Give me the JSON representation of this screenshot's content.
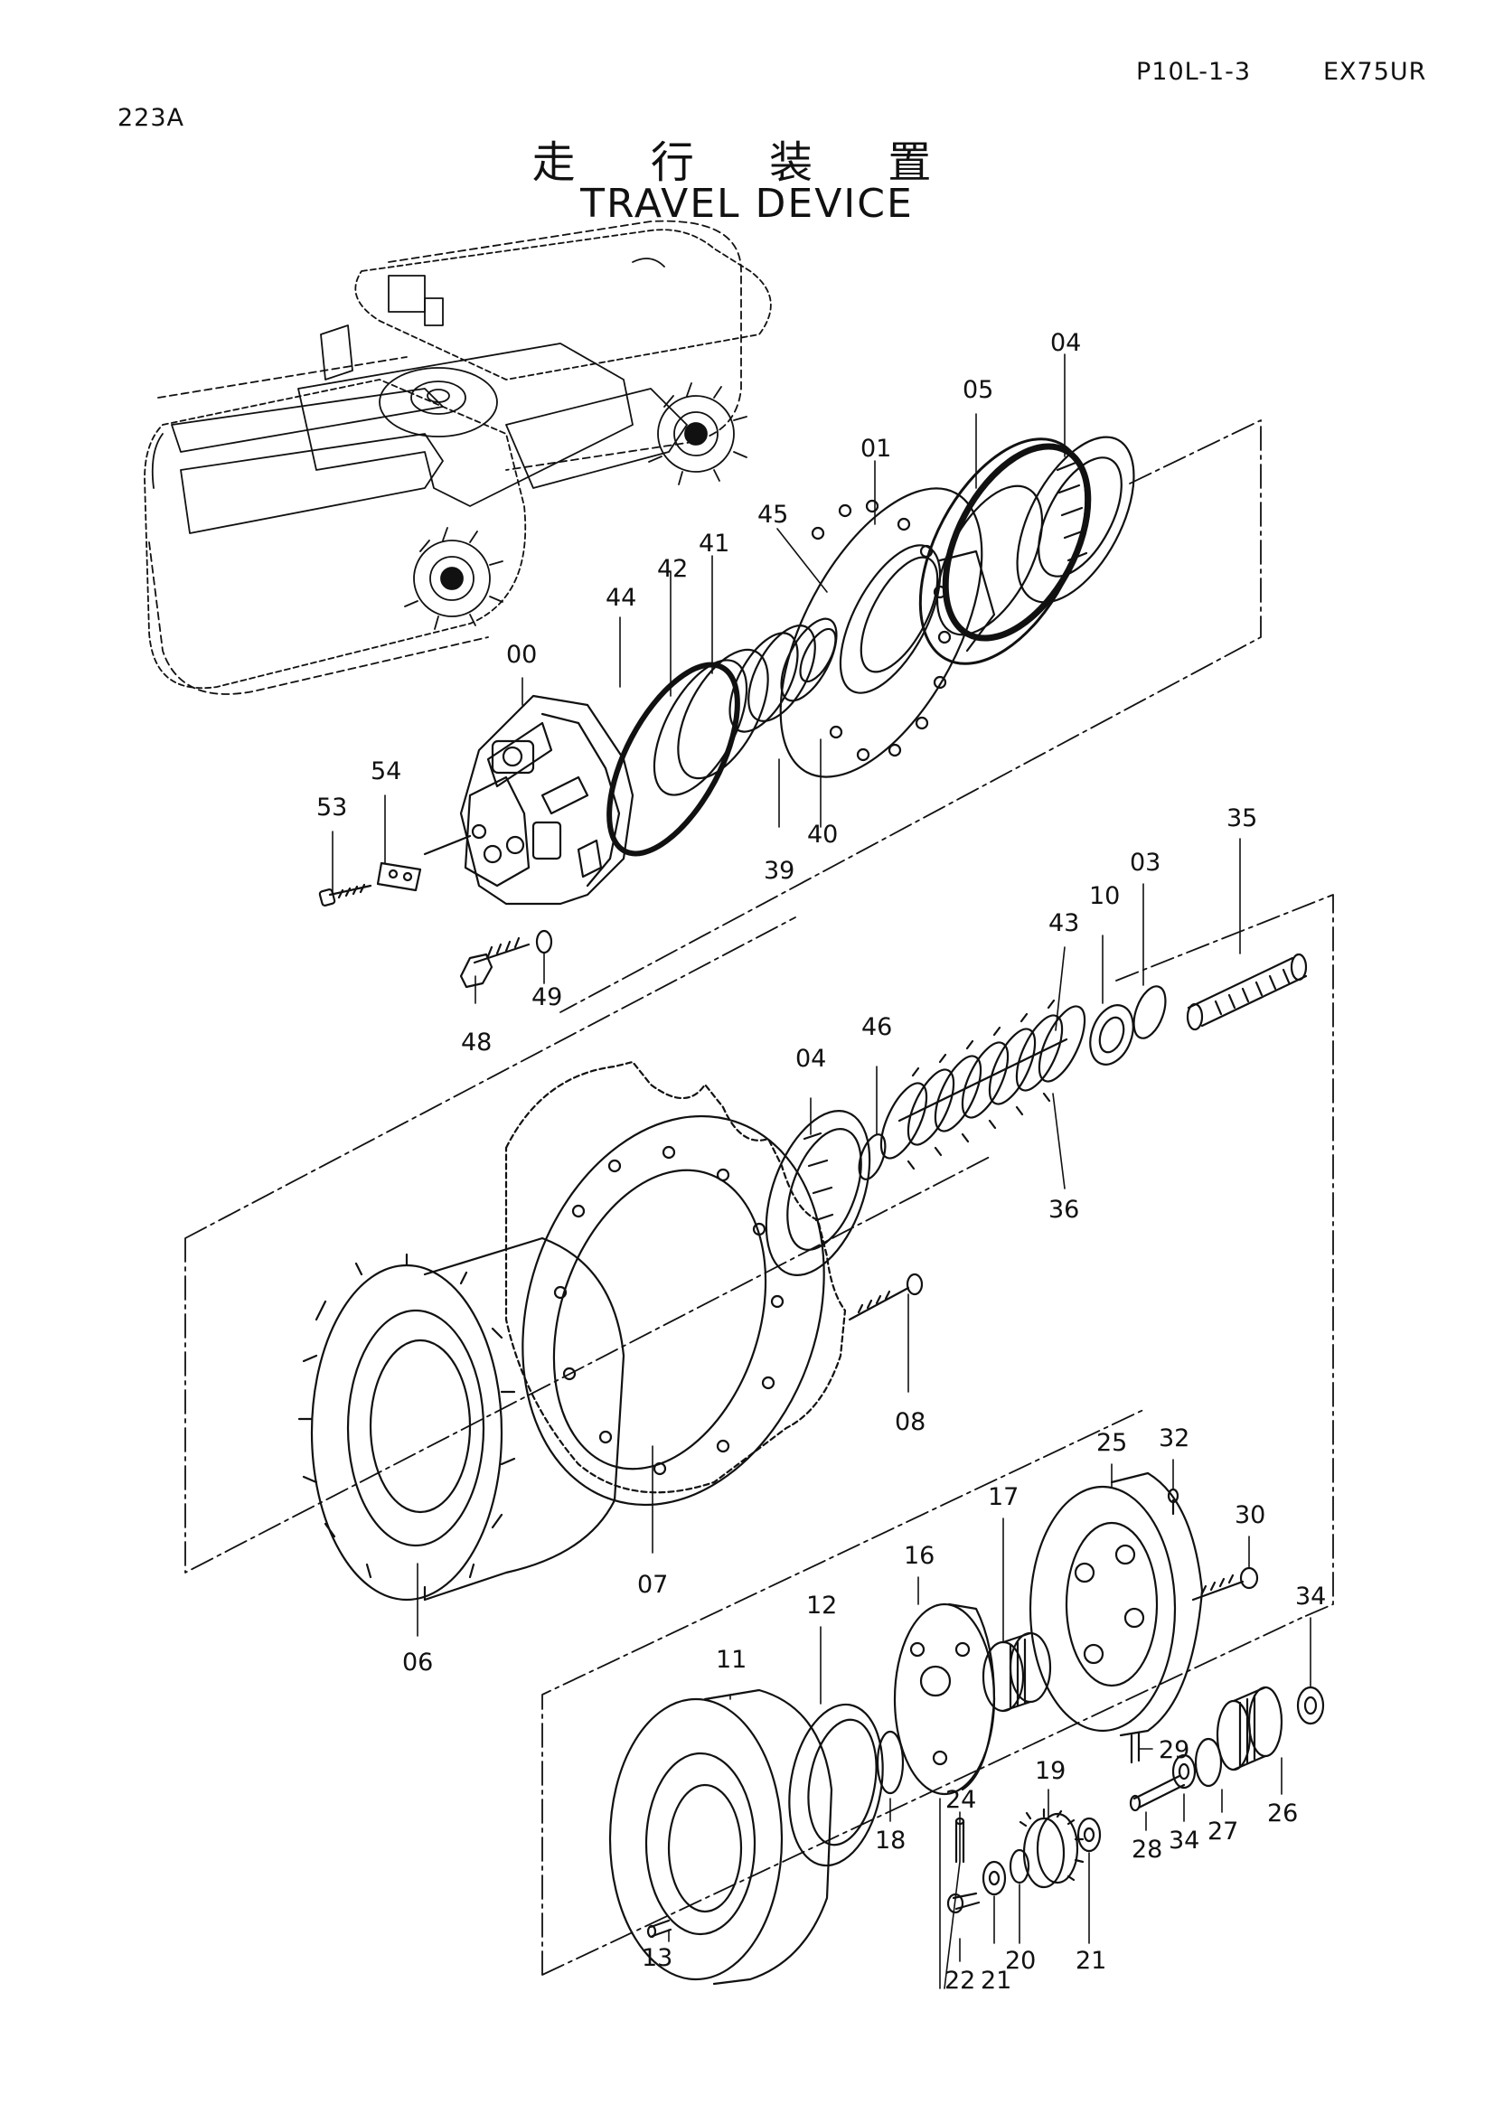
{
  "header": {
    "sheet_code": "P10L-1-3",
    "model": "EX75UR",
    "page_ref": "223A"
  },
  "title": {
    "japanese": "走 行 装 置",
    "english": "TRAVEL DEVICE"
  },
  "callouts": {
    "c00": "00",
    "c01": "01",
    "c03": "03",
    "c04a": "04",
    "c04b": "04",
    "c05": "05",
    "c06": "06",
    "c07": "07",
    "c08": "08",
    "c10": "10",
    "c11": "11",
    "c12": "12",
    "c13": "13",
    "c16": "16",
    "c17": "17",
    "c18": "18",
    "c19": "19",
    "c20": "20",
    "c21a": "21",
    "c21b": "21",
    "c22": "22",
    "c24": "24",
    "c25": "25",
    "c26": "26",
    "c27": "27",
    "c28": "28",
    "c29": "29",
    "c30": "30",
    "c32": "32",
    "c34a": "34",
    "c34b": "34",
    "c35": "35",
    "c36": "36",
    "c39": "39",
    "c40": "40",
    "c41": "41",
    "c42": "42",
    "c43": "43",
    "c44": "44",
    "c45": "45",
    "c46": "46",
    "c48": "48",
    "c49": "49",
    "c53": "53",
    "c54": "54"
  }
}
